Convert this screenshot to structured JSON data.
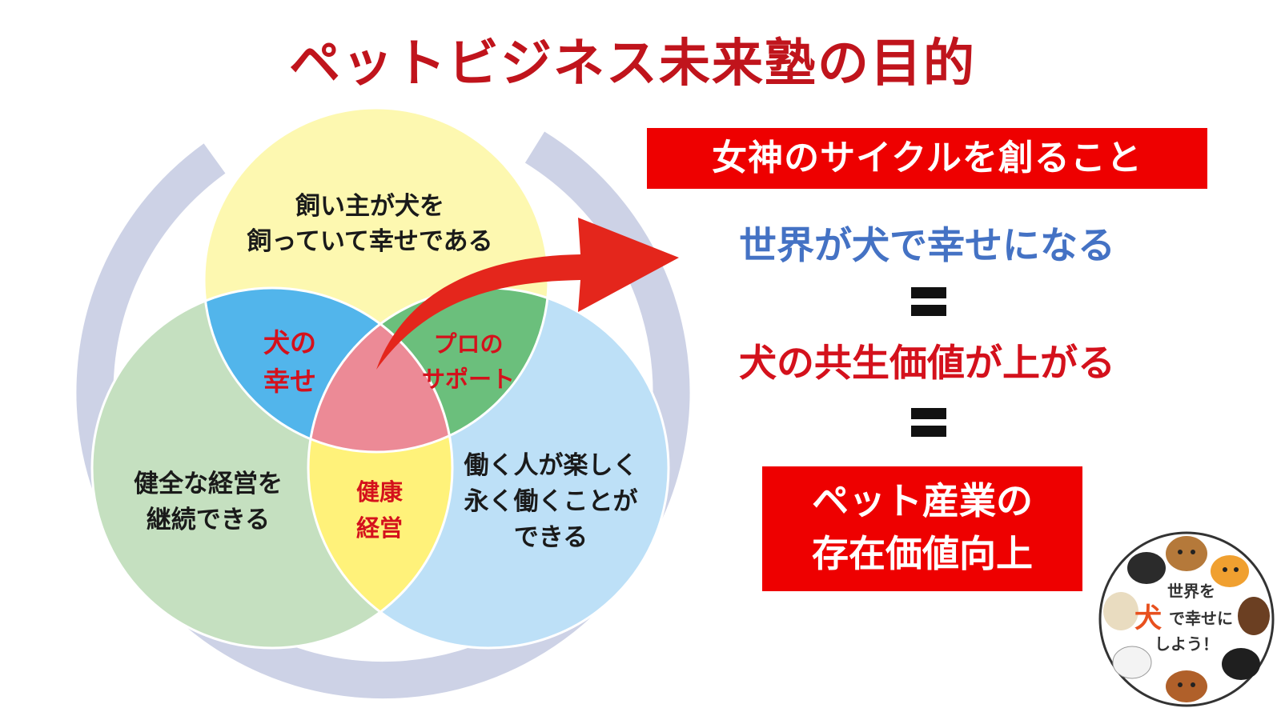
{
  "title": "ペットビジネス未来塾の目的",
  "venn": {
    "top_circle": [
      "飼い主が犬を",
      "飼っていて幸せである"
    ],
    "left_circle": [
      "健全な経営を",
      "継続できる"
    ],
    "right_circle": [
      "働く人が楽しく",
      "永く働くことが",
      "できる"
    ],
    "overlap_top_left": [
      "犬の",
      "幸せ"
    ],
    "overlap_top_right": [
      "プロの",
      "サポート"
    ],
    "overlap_left_right": [
      "健康",
      "経営"
    ]
  },
  "goal": "女神のサイクルを創ること",
  "statement_1": "世界が犬で幸せになる",
  "statement_2": "犬の共生価値が上がる",
  "result": [
    "ペット産業の",
    "存在価値向上"
  ],
  "badge": {
    "lines": [
      "世界を",
      "犬",
      "で幸せに",
      "しよう！"
    ]
  },
  "colors": {
    "title": "#c0141c",
    "accent_red": "#ee0000",
    "blue_text": "#4472c4",
    "top_circle": "#fdf8b0",
    "left_circle": "#c5e0c0",
    "right_circle": "#bde0f7",
    "overlap_top_left": "#52b5eb",
    "overlap_top_right": "#6bbf7c",
    "overlap_left_right": "#fff27a",
    "center": "#ec8a96",
    "cycle_ring": "#cdd2e6",
    "arrow": "#e4261c"
  }
}
